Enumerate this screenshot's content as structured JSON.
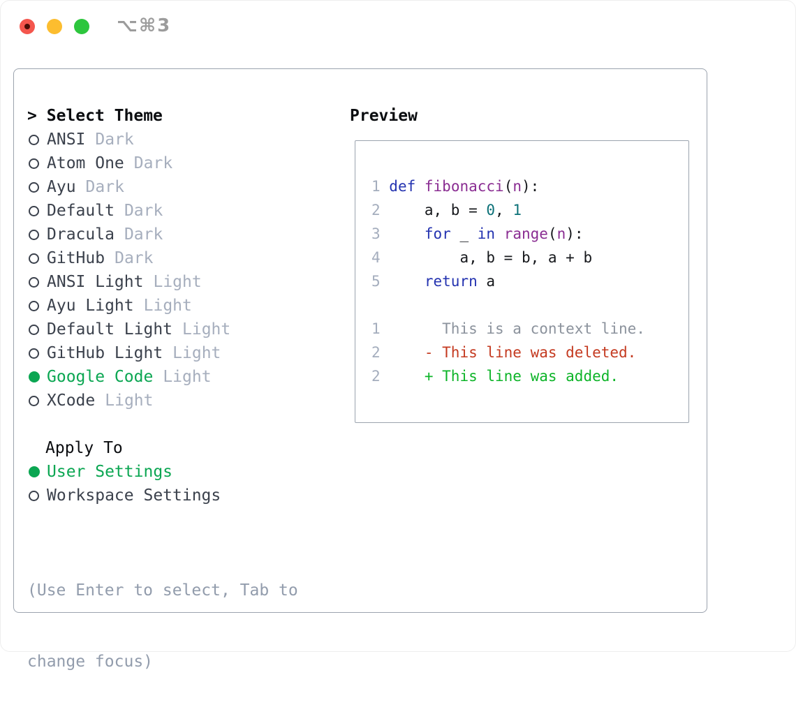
{
  "window": {
    "shortcut": "⌥⌘3"
  },
  "colors": {
    "kw": "#2433b0",
    "fn": "#8a2d92",
    "lit": "#0c7178",
    "pln": "#16181c",
    "lineno": "#a4adbd",
    "ctx": "#8b929c",
    "del": "#c43a20",
    "add": "#0db428",
    "sel": "#0ba652",
    "item": "#3b414c",
    "variant": "#a6aebd",
    "hint": "#929cac",
    "border": "#9ba3ae",
    "header": "#0b0d10"
  },
  "theme_selector": {
    "prompt": ">",
    "title": "Select Theme",
    "items": [
      {
        "name": "ANSI",
        "variant": "Dark",
        "selected": false
      },
      {
        "name": "Atom One",
        "variant": "Dark",
        "selected": false
      },
      {
        "name": "Ayu",
        "variant": "Dark",
        "selected": false
      },
      {
        "name": "Default",
        "variant": "Dark",
        "selected": false
      },
      {
        "name": "Dracula",
        "variant": "Dark",
        "selected": false
      },
      {
        "name": "GitHub",
        "variant": "Dark",
        "selected": false
      },
      {
        "name": "ANSI Light",
        "variant": "Light",
        "selected": false
      },
      {
        "name": "Ayu Light",
        "variant": "Light",
        "selected": false
      },
      {
        "name": "Default Light",
        "variant": "Light",
        "selected": false
      },
      {
        "name": "GitHub Light",
        "variant": "Light",
        "selected": false
      },
      {
        "name": "Google Code",
        "variant": "Light",
        "selected": true
      },
      {
        "name": "XCode",
        "variant": "Light",
        "selected": false
      }
    ]
  },
  "apply_to": {
    "title": "Apply To",
    "options": [
      {
        "label": "User Settings",
        "selected": true
      },
      {
        "label": "Workspace Settings",
        "selected": false
      }
    ]
  },
  "hint": {
    "line1": "(Use Enter to select, Tab to",
    "line2": "change focus)"
  },
  "preview": {
    "label": "Preview",
    "code_lines": [
      {
        "num": "1",
        "segments": [
          {
            "t": "def",
            "c": "kw"
          },
          {
            "t": " ",
            "c": "pln"
          },
          {
            "t": "fibonacci",
            "c": "fn"
          },
          {
            "t": "(",
            "c": "pln"
          },
          {
            "t": "n",
            "c": "fn"
          },
          {
            "t": "):",
            "c": "pln"
          }
        ]
      },
      {
        "num": "2",
        "segments": [
          {
            "t": "    a, b = ",
            "c": "pln"
          },
          {
            "t": "0",
            "c": "lit"
          },
          {
            "t": ", ",
            "c": "pln"
          },
          {
            "t": "1",
            "c": "lit"
          }
        ]
      },
      {
        "num": "3",
        "segments": [
          {
            "t": "    ",
            "c": "pln"
          },
          {
            "t": "for",
            "c": "kw"
          },
          {
            "t": " _ ",
            "c": "pln"
          },
          {
            "t": "in",
            "c": "kw"
          },
          {
            "t": " ",
            "c": "pln"
          },
          {
            "t": "range",
            "c": "fn"
          },
          {
            "t": "(",
            "c": "pln"
          },
          {
            "t": "n",
            "c": "fn"
          },
          {
            "t": "):",
            "c": "pln"
          }
        ]
      },
      {
        "num": "4",
        "segments": [
          {
            "t": "        a, b = b, a + b",
            "c": "pln"
          }
        ]
      },
      {
        "num": "5",
        "segments": [
          {
            "t": "    ",
            "c": "pln"
          },
          {
            "t": "return",
            "c": "kw"
          },
          {
            "t": " a",
            "c": "pln"
          }
        ]
      }
    ],
    "diff_lines": [
      {
        "num": "1",
        "text": "       This is a context line.",
        "type": "context"
      },
      {
        "num": "2",
        "text": "     - This line was deleted.",
        "type": "deleted"
      },
      {
        "num": "2",
        "text": "     + This line was added.",
        "type": "added"
      }
    ]
  }
}
